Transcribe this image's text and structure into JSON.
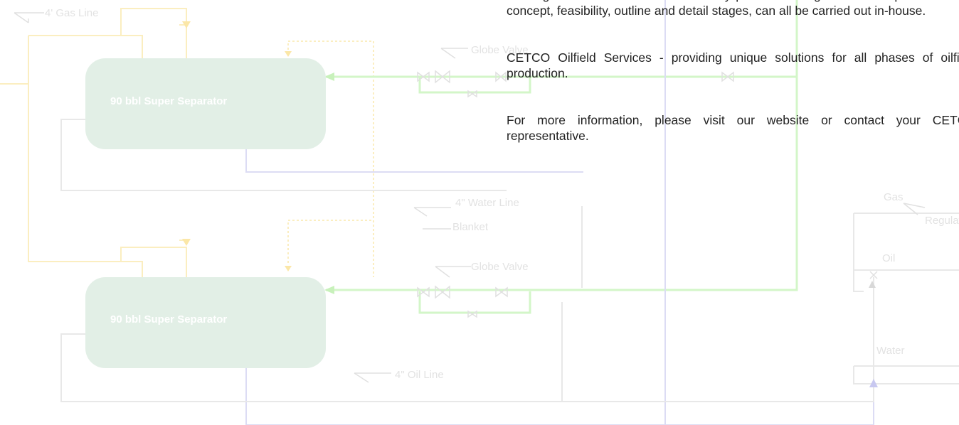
{
  "diagram": {
    "labels": {
      "gas_line": "4' Gas Line",
      "globe_valve_1": "Globe Valve",
      "globe_valve_2": "Globe Valve",
      "water_line": "4\" Water Line",
      "blanket": "Blanket",
      "oil_line": "4\" Oil Line",
      "gas": "Gas",
      "regulator": "Regulator",
      "oil": "Oil",
      "water": "Water"
    },
    "tanks": [
      "90 bbl Super Separator",
      "90 bbl Super Separator"
    ],
    "colors": {
      "gas": "#fbeec0",
      "green": "#d3f6c8",
      "blue": "#dcdcf4",
      "gray": "#e8e8e8",
      "tank_fill": "#e2efe6"
    }
  },
  "text": {
    "p1": "working to find the best solution for any problem. Design and development through concept, feasibility, outline and detail stages, can all be carried out in-house.",
    "p2": "CETCO Oilfield Services - providing unique solutions for all phases of oilfield production.",
    "p3": "For more information, please visit our website or contact your CETCO representative."
  }
}
